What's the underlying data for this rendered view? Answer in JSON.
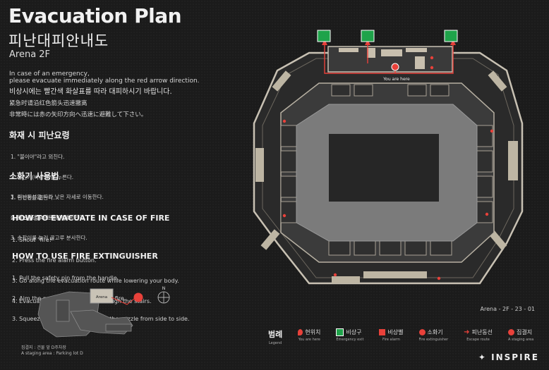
{
  "title": "Evacuation Plan",
  "title_ko": "피난대피안내도",
  "subtitle": "Arena 2F",
  "intro_en_1": "In case of an emergency,",
  "intro_en_2": "please evacuate immediately along the red arrow direction.",
  "intro_ko": "비상시에는 빨간색 화살표를 따라 대피하시기 바랍니다.",
  "intro_zh": "紧急时请沿红色箭头迅速撤离",
  "intro_ja": "非常時には赤の矢印方向へ迅速に避難して下さい。",
  "fire_ko": {
    "heading": "화재 시 피난요령",
    "steps": [
      "1. \"불이야\"라고 외친다.",
      "2. 발신기(비상벨)를 누른다.",
      "3. 피난동선을 따라 낮은 자세로 이동한다.",
      "4. 피난계단을 이용하여 대피한다."
    ]
  },
  "ext_ko": {
    "heading": "소화기 사용법",
    "steps": [
      "1. 안전핀을 뽑는다.",
      "2. 호스를 불 쪽으로 향한다.",
      "3. 손잡이를 눌러 골고루 분사한다."
    ]
  },
  "fire_en": {
    "heading": "HOW TO EVACUATE IN CASE OF FIRE",
    "steps": [
      "1. Shout \"fire!\"",
      "2. Press the fire alarm button.",
      "3. Go along the evacuation route while lowering your body.",
      "4. Evacuate through Evacuate through the stairs."
    ]
  },
  "ext_en": {
    "heading": "HOW TO USE FIRE EXTINGUISHER",
    "steps": [
      "1. Pull the safety pin from the handle.",
      "2. Aim the nozzle at the base of the fire.",
      "3. Squeeze the handle and sweep the nozzle from side to side."
    ]
  },
  "minimap": {
    "arena_label": "Arena",
    "compass": "N",
    "staging_ko": "집결지 : 건물 앞 D주차장",
    "staging_en": "A staging area : Parking lot D"
  },
  "map": {
    "you_are_here": "You are here",
    "code": "Arena - 2F - 23 - 01"
  },
  "legend": {
    "title": "범례",
    "title_sub": "Legend",
    "items": [
      {
        "ko": "현위치",
        "en": "You are here",
        "icon": "location-pin-icon"
      },
      {
        "ko": "비상구",
        "en": "Emergency exit",
        "icon": "emergency-exit-icon"
      },
      {
        "ko": "비상벨",
        "en": "Fire alarm",
        "icon": "fire-alarm-icon"
      },
      {
        "ko": "소화기",
        "en": "Fire extinguisher",
        "icon": "fire-extinguisher-icon"
      },
      {
        "ko": "피난동선",
        "en": "Escape route",
        "icon": "escape-route-icon"
      },
      {
        "ko": "집결지",
        "en": "A staging area",
        "icon": "staging-area-icon"
      }
    ]
  },
  "brand": "INSPIRE",
  "colors": {
    "route": "#e8413a",
    "exit_green": "#1fa34a",
    "wall": "#bfb8ab",
    "court": "#2c2c2c"
  }
}
